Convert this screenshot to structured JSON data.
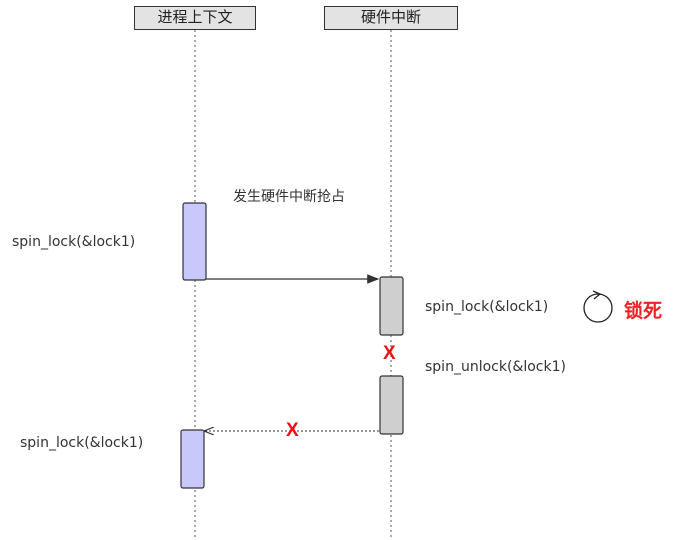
{
  "participants": {
    "process": "进程上下文",
    "hardware": "硬件中断"
  },
  "messages": {
    "preempt": "发生硬件中断抢占"
  },
  "notes": {
    "proc_lock": "spin_lock(&lock1)",
    "hw_lock": "spin_lock(&lock1)",
    "hw_unlock": "spin_unlock(&lock1)",
    "proc_lock_again": "spin_lock(&lock1)"
  },
  "marks": {
    "cross_unlock": "X",
    "cross_return": "X",
    "deadlock": "锁死"
  },
  "colors": {
    "process_activation": "#c8c8fa",
    "hardware_activation": "#cfcfcf",
    "cross": "#ee1111"
  }
}
